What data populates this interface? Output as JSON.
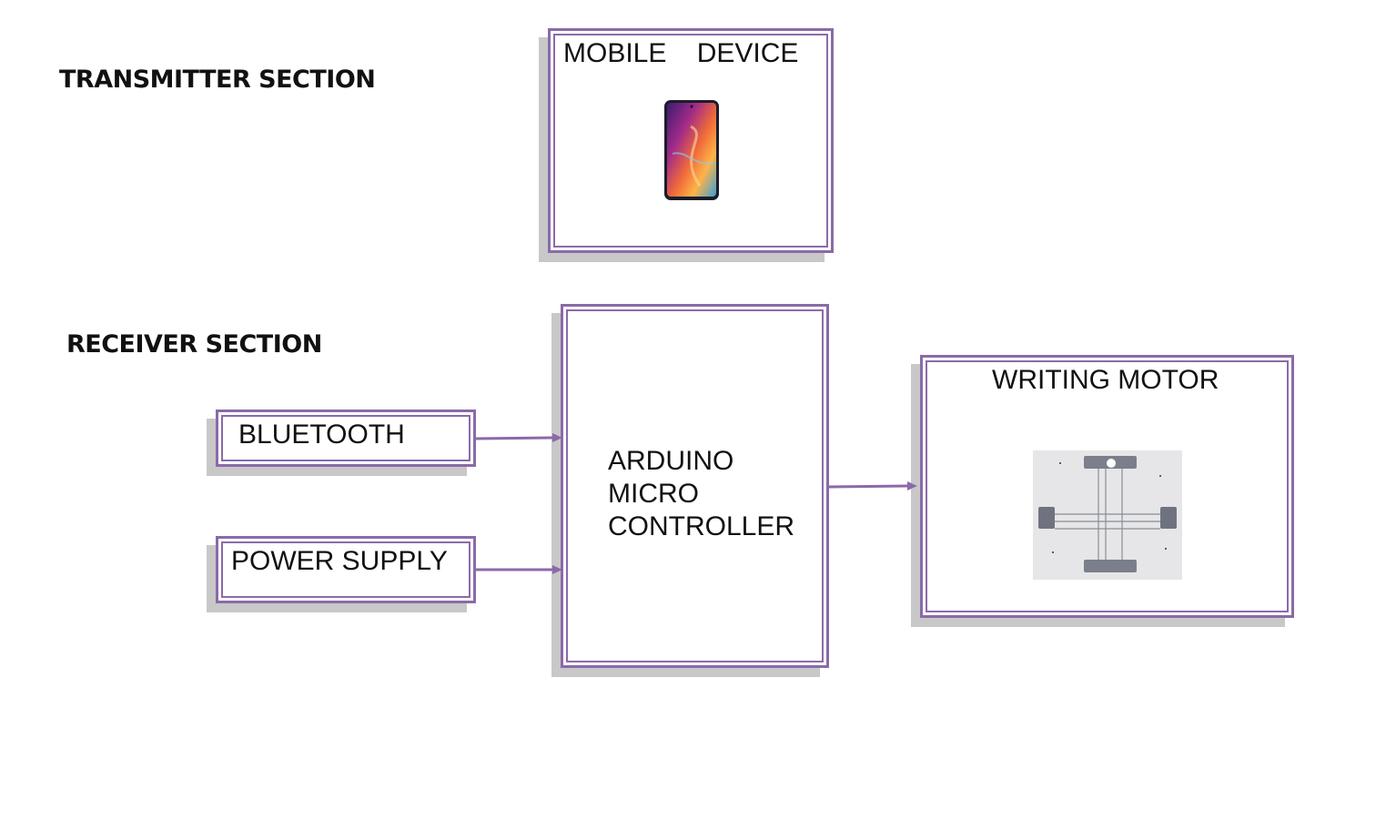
{
  "sections": {
    "transmitter": "TRANSMITTER SECTION",
    "receiver": "RECEIVER SECTION"
  },
  "blocks": {
    "mobile": "MOBILE    DEVICE",
    "bluetooth": "BLUETOOTH",
    "power": "POWER SUPPLY",
    "arduino_l1": "ARDUINO",
    "arduino_l2": "MICRO",
    "arduino_l3": "CONTROLLER",
    "motor": "WRITING MOTOR"
  },
  "colors": {
    "border": "#8b6aa8",
    "shadow": "#c8c8c8"
  },
  "icons": {
    "mobile": "smartphone-photo",
    "motor": "xy-plotter-photo"
  }
}
